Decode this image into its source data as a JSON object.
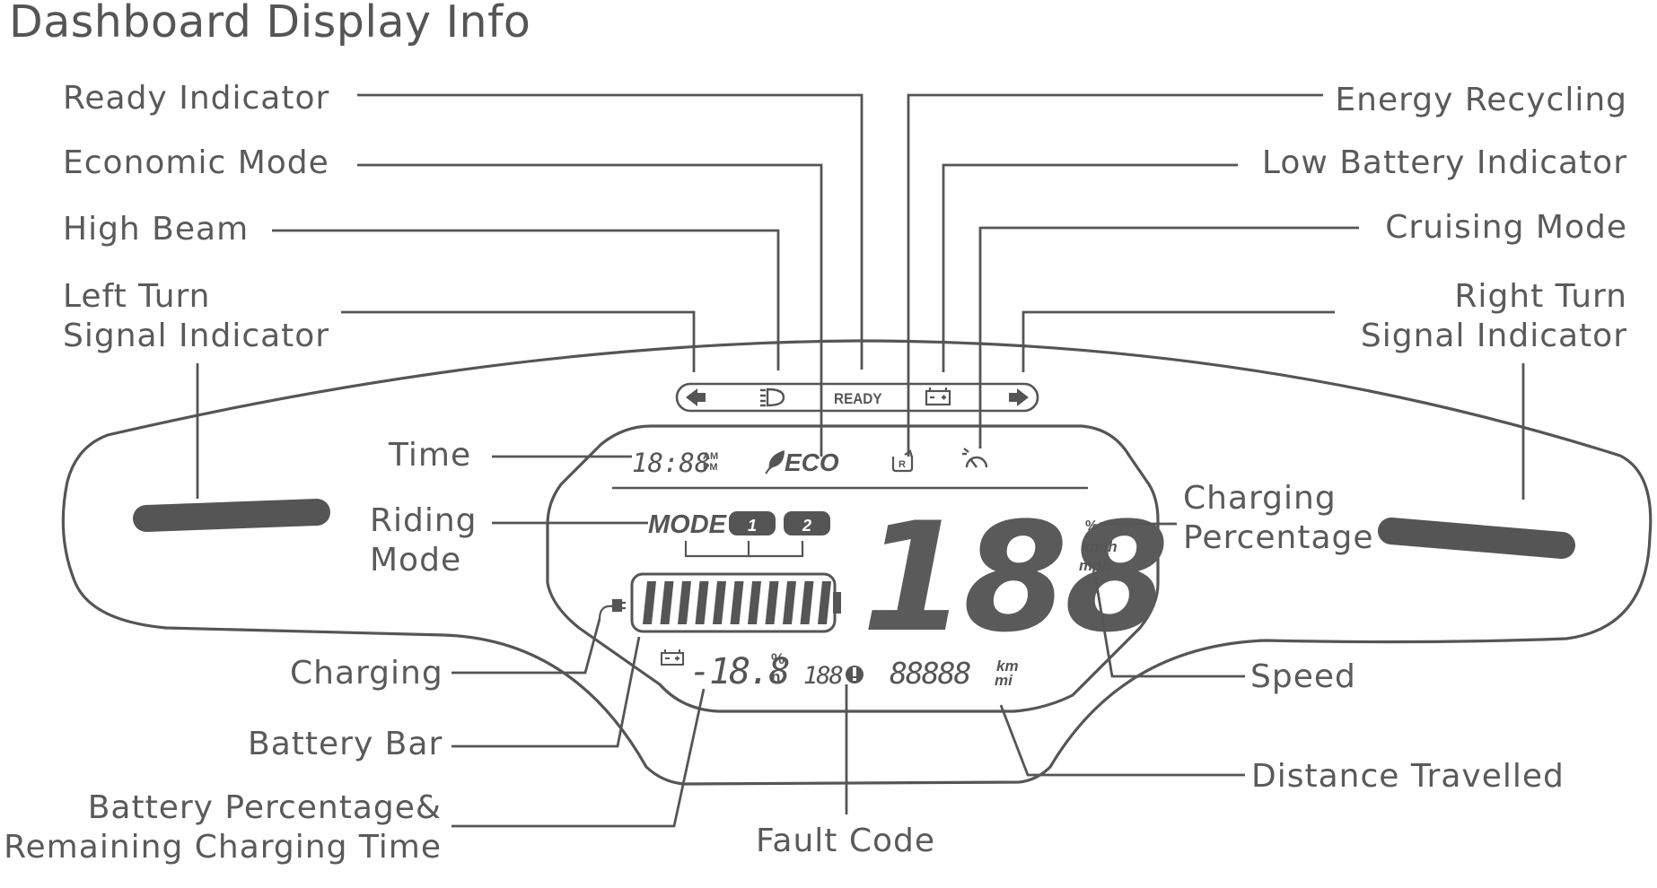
{
  "title": "Dashboard Display Info",
  "labels": {
    "ready": "Ready Indicator",
    "economic": "Economic Mode",
    "high_beam": "High Beam",
    "left_turn_1": "Left Turn",
    "left_turn_2": "Signal Indicator",
    "energy": "Energy Recycling",
    "low_battery": "Low Battery Indicator",
    "cruising": "Cruising Mode",
    "right_turn_1": "Right Turn",
    "right_turn_2": "Signal Indicator",
    "time": "Time",
    "riding_1": "Riding",
    "riding_2": "Mode",
    "charging_pct_1": "Charging",
    "charging_pct_2": "Percentage",
    "charging": "Charging",
    "battery_bar": "Battery Bar",
    "battery_pct_1": "Battery Percentage&",
    "battery_pct_2": "Remaining Charging Time",
    "fault": "Fault Code",
    "speed": "Speed",
    "distance": "Distance Travelled"
  },
  "display": {
    "ready_text": "READY",
    "time_value": "18:88",
    "am": "AM",
    "pm": "PM",
    "eco": "ECO",
    "regen_letter": "R",
    "mode": "MODE",
    "mode_1": "1",
    "mode_2": "2",
    "speed_value": "188",
    "unit_pct": "%",
    "unit_kmh": "km/h",
    "unit_mph": "mph",
    "battery_value": "-18.8",
    "battery_pct_unit": "%",
    "battery_h_unit": "h",
    "fault_value": "188",
    "odo_value": "88888",
    "odo_km": "km",
    "odo_mi": "mi"
  },
  "icons": [
    "left-arrow-icon",
    "high-beam-icon",
    "battery-icon",
    "right-arrow-icon",
    "regen-icon",
    "cruise-icon",
    "leaf-icon",
    "plug-icon",
    "fault-icon"
  ],
  "colors": {
    "line": "#555555",
    "display": "#5a5a5a",
    "background": "#ffffff"
  }
}
